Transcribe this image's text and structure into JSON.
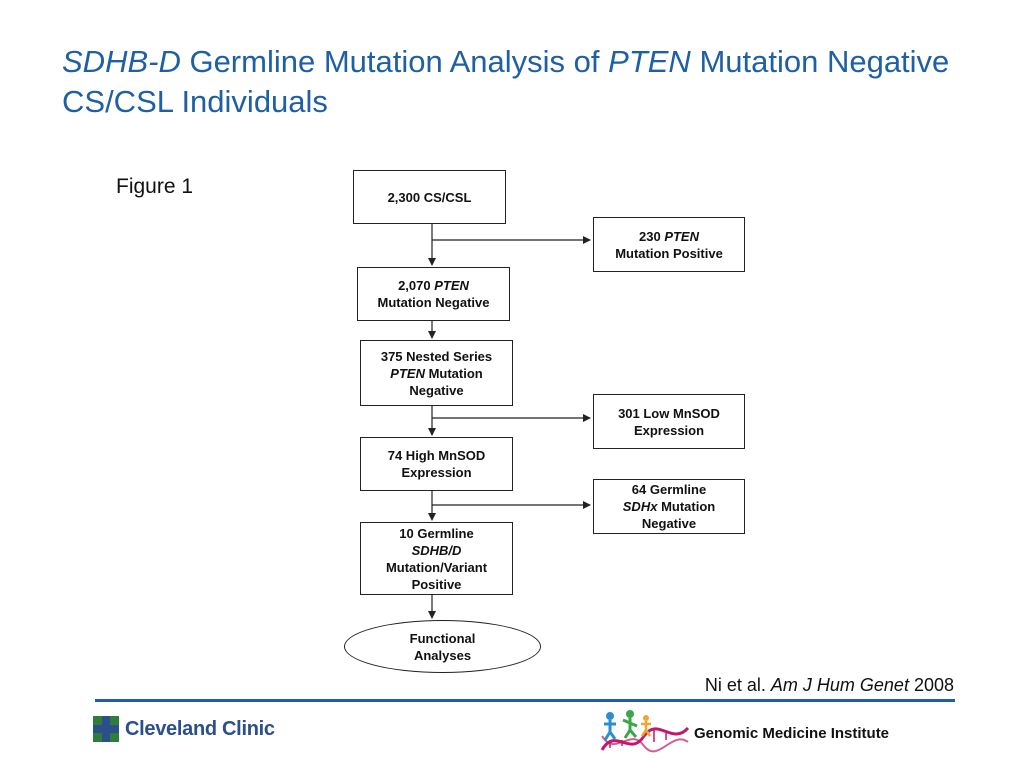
{
  "title": {
    "italic_1": "SDHB-D",
    "text_1": " Germline Mutation Analysis of ",
    "italic_2": "PTEN",
    "text_2": " Mutation Negative CS/CSL Individuals"
  },
  "figure_label": "Figure 1",
  "flowchart": {
    "start": {
      "line1": "2,300 CS/CSL"
    },
    "pten_positive": {
      "line1_num": "230 ",
      "line1_italic": "PTEN",
      "line2": "Mutation Positive"
    },
    "pten_negative": {
      "line1_num": "2,070 ",
      "line1_italic": "PTEN",
      "line2": "Mutation Negative"
    },
    "nested_series": {
      "line1": "375 Nested Series",
      "line2_italic": "PTEN",
      "line2_text": " Mutation",
      "line3": "Negative"
    },
    "low_mnsod": {
      "line1": "301 Low MnSOD",
      "line2": "Expression"
    },
    "high_mnsod": {
      "line1": "74 High MnSOD",
      "line2": "Expression"
    },
    "sdhx_negative": {
      "line1": "64 Germline",
      "line2_italic": "SDHx",
      "line2_text": " Mutation",
      "line3": "Negative"
    },
    "sdhbd_positive": {
      "line1": "10 Germline",
      "line2_italic": "SDHB/D",
      "line3": "Mutation/Variant",
      "line4": "Positive"
    },
    "functional": {
      "line1": "Functional",
      "line2": "Analyses"
    }
  },
  "citation": {
    "authors": "Ni et al. ",
    "journal": "Am J Hum Genet",
    "year": " 2008"
  },
  "footer": {
    "left_logo_text": "Cleveland Clinic",
    "right_logo_text": "Genomic Medicine Institute",
    "rule_color": "#1f5fa3",
    "logo_green": "#2e7d3a",
    "logo_blue": "#2a4f8a"
  }
}
